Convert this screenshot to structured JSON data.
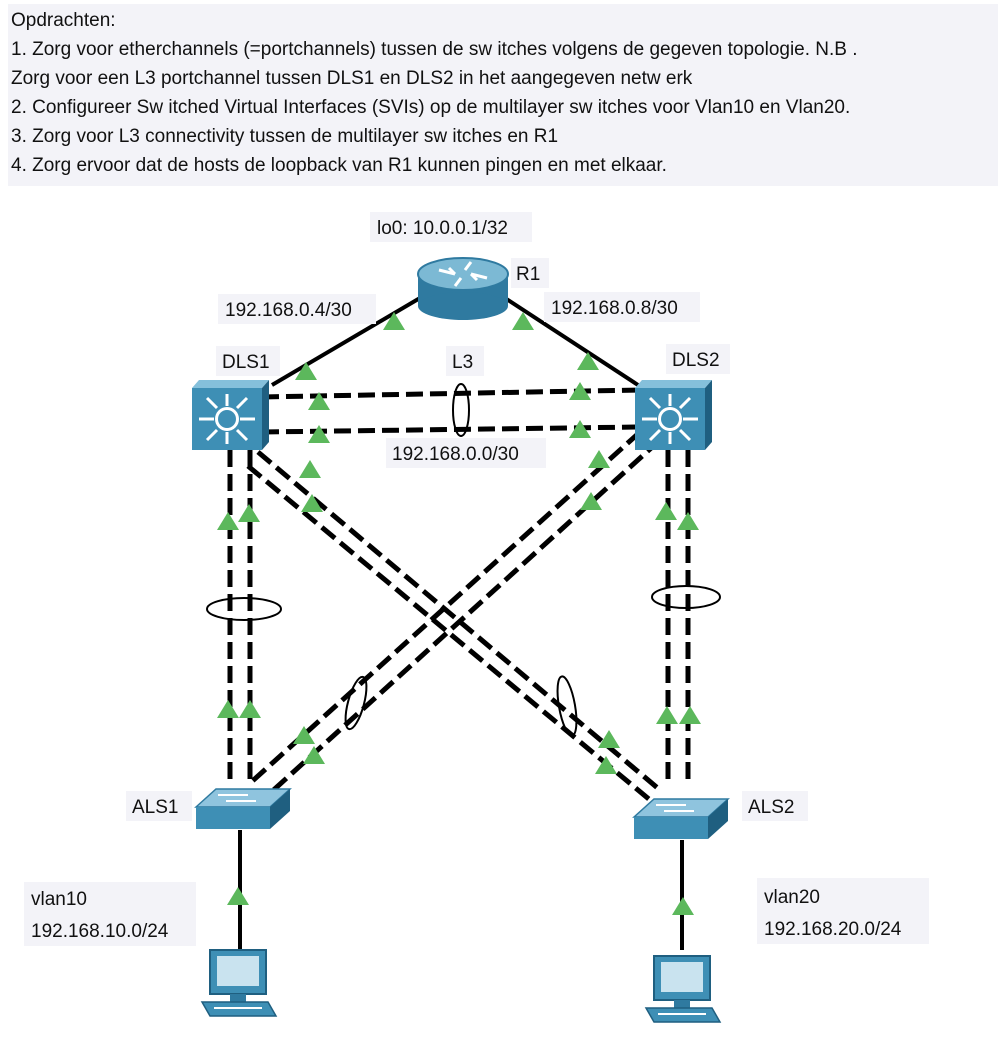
{
  "instructions": {
    "heading": "Opdrachten:",
    "lines": [
      "1. Zorg voor etherchannels (=portchannels) tussen de sw itches volgens de gegeven topologie. N.B .",
      "Zorg voor een L3 portchannel tussen DLS1 en DLS2 in het aangegeven netw erk",
      "2. Configureer Sw itched Virtual Interfaces (SVIs) op de multilayer sw itches voor Vlan10 en Vlan20.",
      "3. Zorg voor L3 connectivity tussen de multilayer sw itches en R1",
      "4. Zorg ervoor dat de hosts de loopback van R1 kunnen pingen en met elkaar."
    ]
  },
  "topology": {
    "router": {
      "name": "R1",
      "loopback": "lo0: 10.0.0.1/32",
      "icon": "router-icon"
    },
    "dls1": {
      "name": "DLS1",
      "icon": "multilayer-switch-icon"
    },
    "dls2": {
      "name": "DLS2",
      "icon": "multilayer-switch-icon"
    },
    "als1": {
      "name": "ALS1",
      "icon": "switch-icon"
    },
    "als2": {
      "name": "ALS2",
      "icon": "switch-icon"
    },
    "pc1": {
      "icon": "pc-icon",
      "vlan": "vlan10",
      "network": "192.168.10.0/24"
    },
    "pc2": {
      "icon": "pc-icon",
      "vlan": "vlan20",
      "network": "192.168.20.0/24"
    },
    "links": {
      "r1_dls1": "192.168.0.4/30",
      "r1_dls2": "192.168.0.8/30",
      "dls_l3_tag": "L3",
      "dls_l3_net": "192.168.0.0/30"
    }
  },
  "colors": {
    "link": "#000000",
    "port_up": "#5cb85c",
    "device_blue": "#3e8fb5",
    "label_bg": "#f3f3f8"
  }
}
